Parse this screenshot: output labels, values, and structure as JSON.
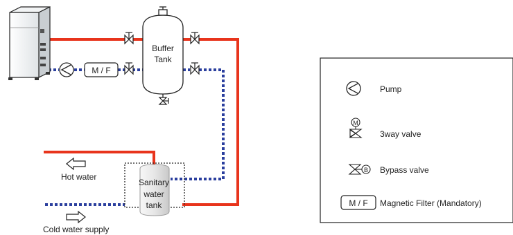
{
  "diagram": {
    "buffer_tank": {
      "line1": "Buffer",
      "line2": "Tank"
    },
    "filter_label": "M / F",
    "sanitary_tank": {
      "line1": "Sanitary",
      "line2": "water",
      "line3": "tank"
    },
    "hot_water_label": "Hot water",
    "cold_water_label": "Cold water supply"
  },
  "legend": {
    "pump_label": "Pump",
    "threeway_label": "3way valve",
    "bypass_label": "Bypass valve",
    "filter_box": "M / F",
    "filter_label": "Magnetic Filter (Mandatory)",
    "motor_letter": "M",
    "bypass_letter": "B"
  },
  "colors": {
    "hot_pipe": "#e8341c",
    "cold_pipe": "#2b3f9e",
    "stroke": "#222222"
  }
}
